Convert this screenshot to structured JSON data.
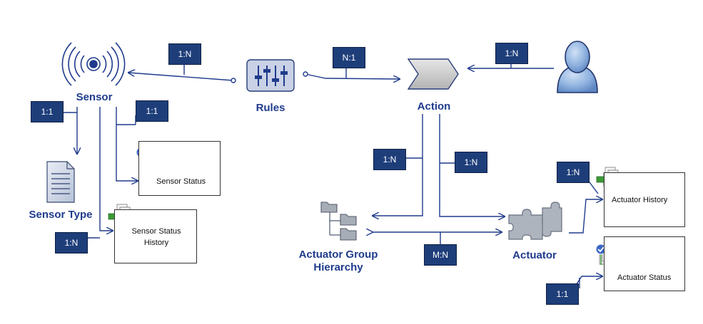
{
  "nodes": {
    "sensor": "Sensor",
    "rules": "Rules",
    "action": "Action",
    "sensor_type": "Sensor Type",
    "actuator_group_line1": "Actuator Group",
    "actuator_group_line2": "Hierarchy",
    "actuator": "Actuator"
  },
  "cards": {
    "sensor_status": "Sensor Status",
    "sensor_status_history_line1": "Sensor Status",
    "sensor_status_history_line2": "History",
    "actuator_history": "Actuator History",
    "actuator_status": "Actuator Status"
  },
  "relations": {
    "rules_to_sensor": "1:N",
    "rules_to_action": "N:1",
    "user_to_action": "1:N",
    "sensor_to_type": "1:1",
    "sensor_to_status": "1:1",
    "sensor_to_status_history": "1:N",
    "action_to_group": "1:N",
    "action_to_actuator": "1:N",
    "group_to_actuator": "M:N",
    "actuator_to_history": "1:N",
    "actuator_to_status": "1:1"
  },
  "colors": {
    "line": "#1F3B8C",
    "badge": "#1E3E7A",
    "label": "#1F3B8C"
  },
  "icons": [
    "sensor-wave-icon",
    "rules-sliders-icon",
    "action-chevron-icon",
    "user-icon",
    "document-icon",
    "folder-tree-icon",
    "puzzle-icon",
    "checkmark-card-icon",
    "arrow-card-icon"
  ]
}
